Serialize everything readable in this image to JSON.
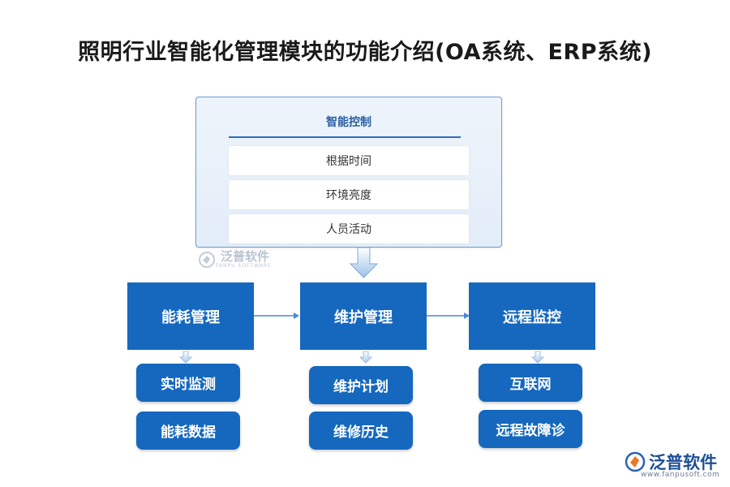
{
  "title": "照明行业智能化管理模块的功能介绍(OA系统、ERP系统)",
  "panel": {
    "title": "智能控制",
    "items": [
      "根据时间",
      "环境亮度",
      "人员活动"
    ]
  },
  "watermark": {
    "text": "泛普软件",
    "subtext": "FANPU SOFTWARE"
  },
  "columns": [
    {
      "label": "能耗管理",
      "subs": [
        "实时监测",
        "能耗数据"
      ]
    },
    {
      "label": "维护管理",
      "subs": [
        "维护计划",
        "维修历史"
      ]
    },
    {
      "label": "远程监控",
      "subs": [
        "互联网",
        "远程故障诊"
      ]
    }
  ],
  "brand": {
    "name": "泛普软件",
    "url": "www.fanpusoft.com"
  },
  "colors": {
    "box": "#1568be",
    "panel_border": "#6a9fd8",
    "arrow": "#4c8ad0"
  }
}
